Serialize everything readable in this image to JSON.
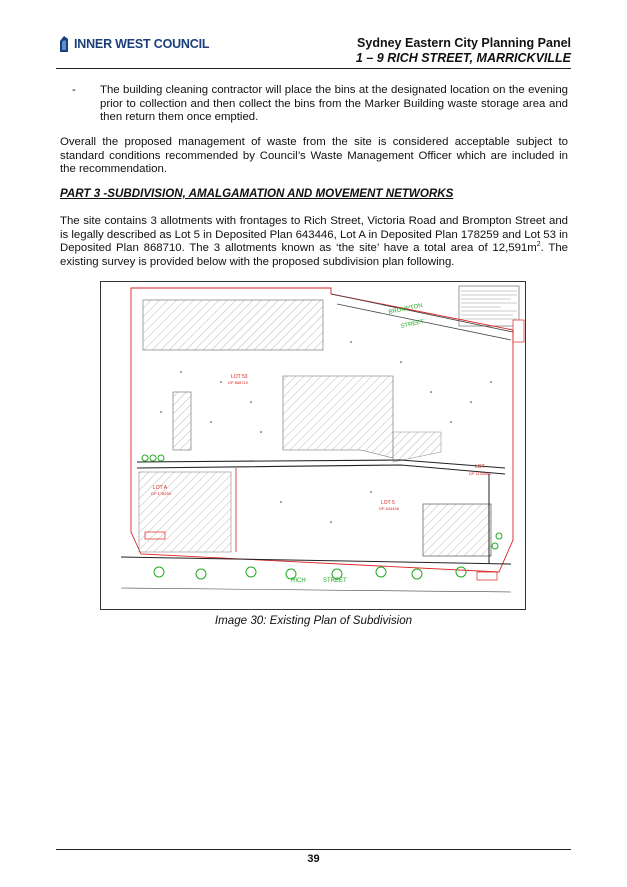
{
  "header": {
    "logo_text": "INNER WEST COUNCIL",
    "panel_title": "Sydney Eastern City Planning Panel",
    "address": "1 – 9 RICH STREET, MARRICKVILLE"
  },
  "bullet": {
    "marker": "-",
    "text": "The building cleaning contractor will place the bins at the designated location on the evening prior to collection and then collect the bins from the Marker Building waste storage area and then return them once emptied."
  },
  "paragraph1": "Overall the proposed management of waste from the site is considered acceptable subject to standard conditions recommended by Council’s Waste Management Officer which are included in the recommendation.",
  "section_heading": "PART 3 -SUBDIVISION, AMALGAMATION AND MOVEMENT NETWORKS",
  "paragraph2": {
    "before": "The site contains 3 allotments with frontages to Rich Street, Victoria Road and Brompton Street and is legally described as Lot 5 in Deposited Plan 643446, Lot A in Deposited Plan 178259 and Lot 53 in Deposited Plan 868710. The 3 allotments known as ‘the site’ have a total area of 12,591m",
    "superscript": "2",
    "after": ". The existing survey is provided below with the proposed subdivision plan following."
  },
  "figure": {
    "street_labels": [
      "BROMPTON",
      "STREET",
      "RICH",
      "STREET"
    ],
    "lot_labels": [
      {
        "title": "LOT 53",
        "plan": "DP 868710"
      },
      {
        "title": "LOT A",
        "plan": "DP 178259"
      },
      {
        "title": "LOT 5",
        "plan": "DP 643446"
      },
      {
        "title": "LOT",
        "plan": "DP 1102864"
      }
    ],
    "caption": "Image 30: Existing Plan of Subdivision"
  },
  "footer": {
    "page_number": "39"
  },
  "colors": {
    "brand": "#1b3f7a",
    "plan_red": "#d22",
    "plan_green": "#2a2"
  }
}
